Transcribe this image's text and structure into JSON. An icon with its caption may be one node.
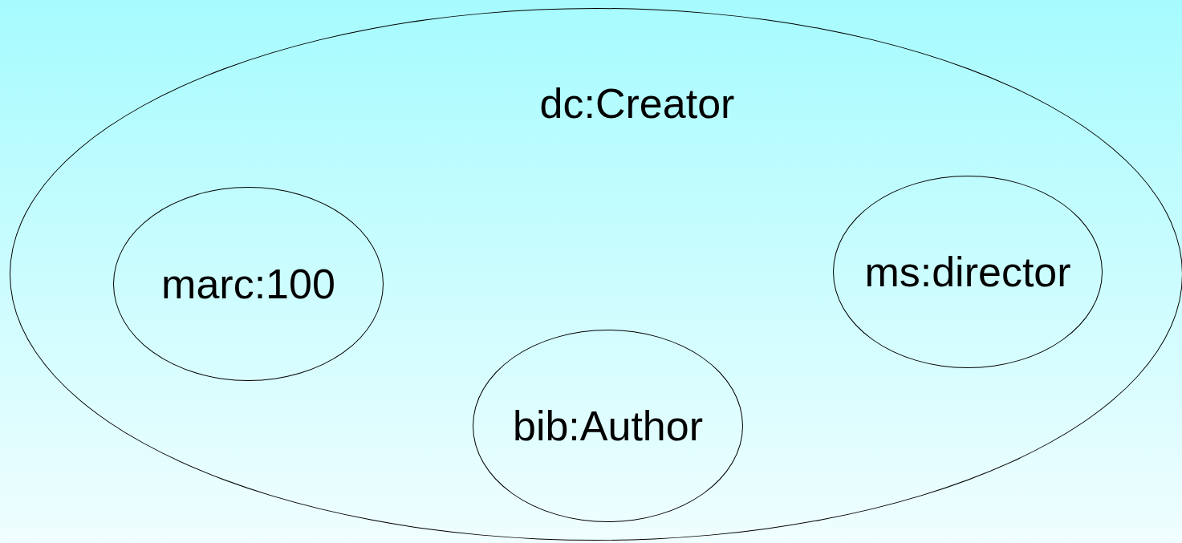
{
  "diagram": {
    "nodes": [
      {
        "text": [
          "dc:Creator"
        ]
      },
      {
        "text": [
          "marc:100"
        ],
        "in": 0
      },
      {
        "text": [
          "ms:director"
        ],
        "in": 0
      },
      {
        "text": [
          "bib:Author"
        ],
        "in": 0
      }
    ],
    "edges": []
  }
}
